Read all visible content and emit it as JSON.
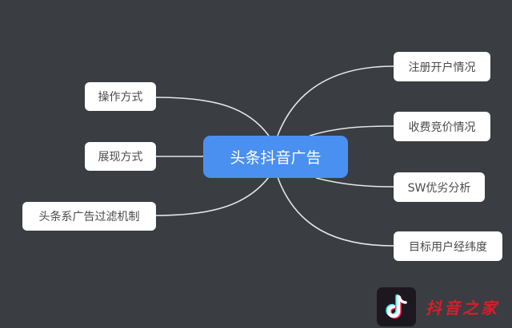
{
  "diagram": {
    "type": "mindmap",
    "background": "#3a3d42",
    "root": {
      "label": "头条抖音广告",
      "color": "#4a90f0"
    },
    "left_branches": [
      {
        "label": "操作方式"
      },
      {
        "label": "展现方式"
      },
      {
        "label": "头条系广告过滤机制"
      }
    ],
    "right_branches": [
      {
        "label": "注册开户情况"
      },
      {
        "label": "收费竞价情况"
      },
      {
        "label": "SW优劣分析"
      },
      {
        "label": "目标用户经纬度"
      }
    ]
  },
  "watermark": {
    "icon": "tiktok-logo-icon",
    "text": "抖音之家"
  }
}
